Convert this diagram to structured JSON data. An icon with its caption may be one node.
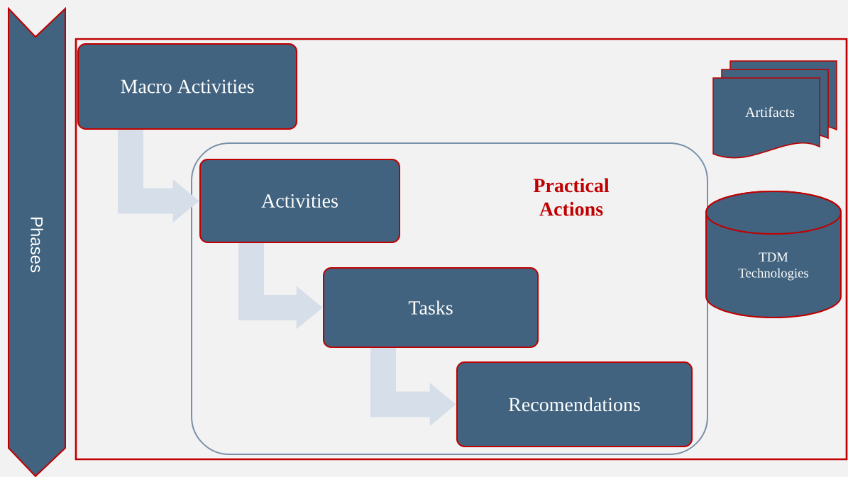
{
  "diagram": {
    "nodes": [
      {
        "text": [
          "Phases"
        ]
      },
      {
        "text": [],
        "shape": "box"
      },
      {
        "text": [
          "Macro Activities"
        ],
        "in": 1
      },
      {
        "text": [
          "Practical Actions"
        ],
        "in": 1
      },
      {
        "text": [
          "Activities"
        ],
        "in": 3
      },
      {
        "text": [
          "Tasks"
        ],
        "in": 3
      },
      {
        "text": [
          "Recomendations"
        ],
        "in": 3
      },
      {
        "text": [
          "Artifacts"
        ],
        "in": 1
      },
      {
        "text": [
          "TDM Technologies"
        ],
        "in": 1
      }
    ],
    "edges": [
      {
        "from": 2,
        "to": 4,
        "arrow": "to"
      },
      {
        "from": 4,
        "to": 5,
        "arrow": "to"
      },
      {
        "from": 5,
        "to": 6,
        "arrow": "to"
      }
    ]
  }
}
